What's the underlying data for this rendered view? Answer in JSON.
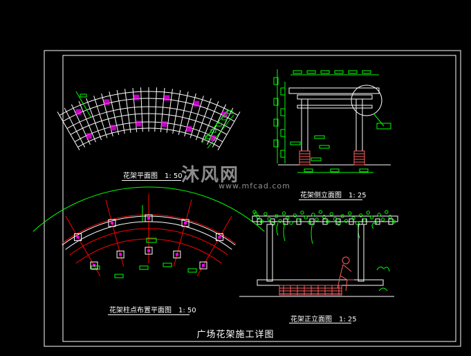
{
  "labels": {
    "plan_view": {
      "name": "花架平面图",
      "scale": "1: 50"
    },
    "side_elevation": {
      "name": "花架侧立面图",
      "scale": "1: 25"
    },
    "column_plan": {
      "name": "花架柱点布置平面图",
      "scale": "1: 50"
    },
    "front_elevation": {
      "name": "花架正立面图",
      "scale": "1: 25"
    }
  },
  "title": "广场花架施工详图",
  "watermark": {
    "brand": "沐风网",
    "url": "www.mfcad.com"
  },
  "colors": {
    "background": "#000000",
    "frame": "#ffffff",
    "dimension": "#00ff00",
    "column": "#ff00ff",
    "brick": "#ff6060",
    "grid": "#ff0000"
  }
}
